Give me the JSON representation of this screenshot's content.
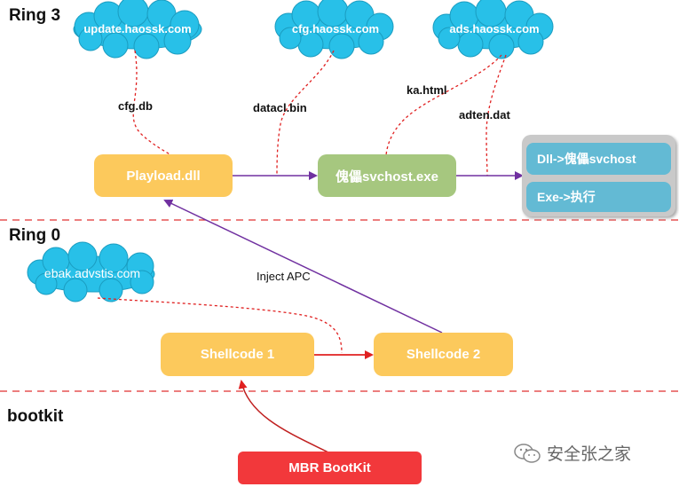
{
  "rings": {
    "ring3": "Ring 3",
    "ring0": "Ring 0",
    "bootkit": "bootkit"
  },
  "clouds": {
    "update": "update.haossk.com",
    "cfg": "cfg.haossk.com",
    "ads": "ads.haossk.com",
    "ebak": "ebak.advstis.com"
  },
  "nodes": {
    "playload": "Playload.dll",
    "svchost": "傀儡svchost.exe",
    "dll_panel": "Dll->傀儡svchost",
    "exe_panel": "Exe->执行",
    "shellcode1": "Shellcode 1",
    "shellcode2": "Shellcode 2",
    "mbr": "MBR BootKit"
  },
  "edges": {
    "cfgdb": "cfg.db",
    "datacl": "datacl.bin",
    "kahtml": "ka.html",
    "adten": "adten.dat",
    "inject": "Inject APC"
  },
  "watermark": "安全张之家",
  "colors": {
    "cloud": "#28c0e8",
    "yellow": "#fcc95c",
    "green": "#a6c77f",
    "red": "#f2383b",
    "blue": "#63bad4",
    "purple": "#7030a0",
    "dash_red": "#e02020"
  }
}
